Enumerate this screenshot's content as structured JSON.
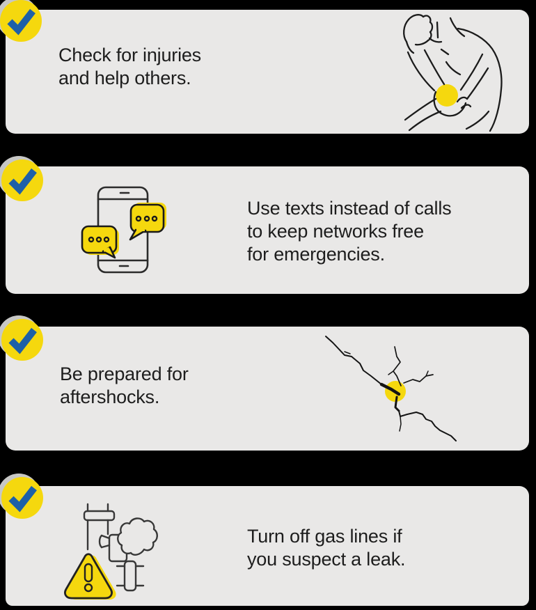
{
  "colors": {
    "background": "#000000",
    "card": "#e9e8e7",
    "yellow": "#f5d80e",
    "blue": "#1d60a8",
    "ink": "#1d1d1d",
    "line": "#1b1b1b",
    "pipe": "#373737",
    "shadow": "#c7c7c5"
  },
  "tips": [
    {
      "id": "check-injuries",
      "icon": "check-circle-icon",
      "illustration": "arm-injury-illustration",
      "lines": [
        "Check for injuries",
        "and help others."
      ]
    },
    {
      "id": "use-texts",
      "icon": "check-circle-icon",
      "illustration": "phone-text-messages-illustration",
      "lines": [
        "Use texts instead of calls",
        "to keep networks free",
        "for emergencies."
      ]
    },
    {
      "id": "aftershocks",
      "icon": "check-circle-icon",
      "illustration": "ground-crack-illustration",
      "lines": [
        "Be prepared for",
        "aftershocks."
      ]
    },
    {
      "id": "gas-lines",
      "icon": "check-circle-icon",
      "illustration": "gas-pipe-leak-warning-illustration",
      "lines": [
        "Turn off gas lines if",
        "you suspect a leak."
      ]
    }
  ]
}
